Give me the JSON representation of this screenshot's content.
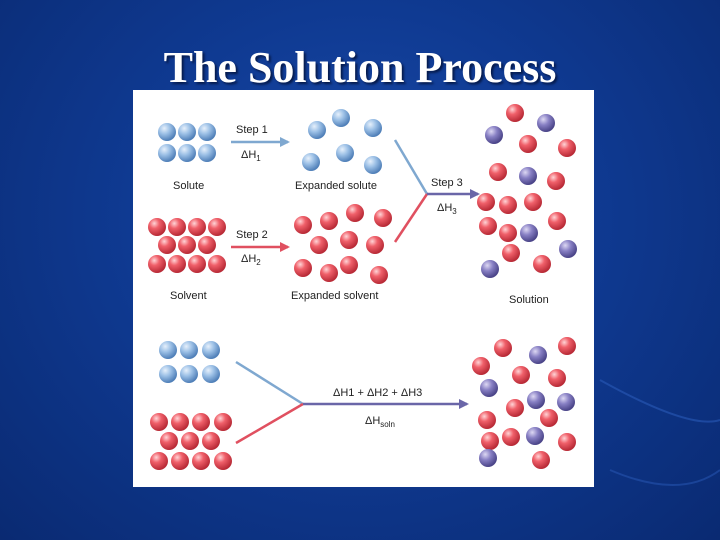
{
  "slide": {
    "title": "The Solution Process"
  },
  "diagram": {
    "labels": {
      "solute": "Solute",
      "solvent": "Solvent",
      "expanded_solute": "Expanded solute",
      "expanded_solvent": "Expanded solvent",
      "solution": "Solution",
      "step1": "Step 1",
      "step2": "Step 2",
      "step3": "Step 3",
      "dh1": "ΔH",
      "dh1_sub": "1",
      "dh2": "ΔH",
      "dh2_sub": "2",
      "dh3": "ΔH",
      "dh3_sub": "3",
      "sum": "ΔH1 + ΔH2 + ΔH3",
      "dhsoln": "ΔH",
      "dhsoln_sub": "soln"
    },
    "colors": {
      "blue_ball": "#8fb8e0",
      "red_ball": "#e8505a",
      "purple_ball": "#7a72b8",
      "blue_line": "#7fa8d0",
      "red_line": "#e05060",
      "purple_arrow": "#6a66a8"
    }
  }
}
